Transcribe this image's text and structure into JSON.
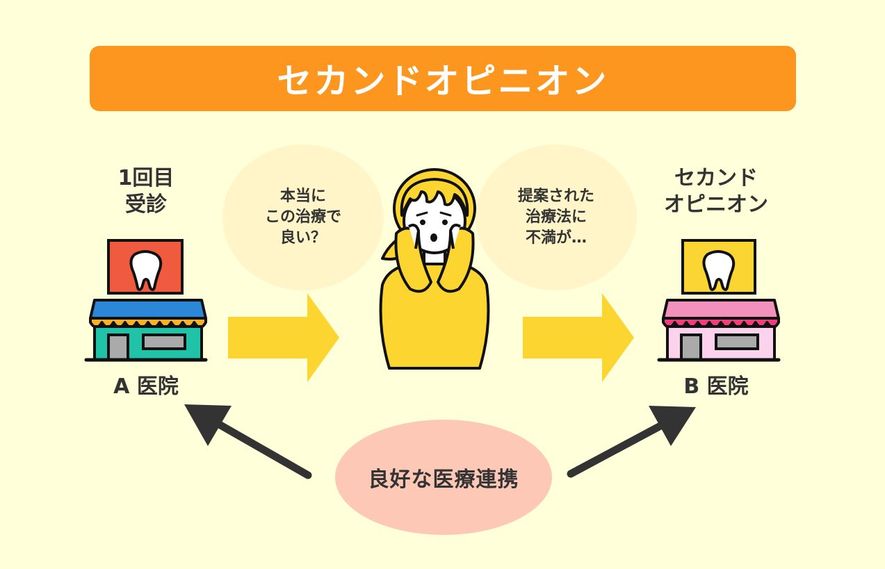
{
  "title": "セカンドオピニオン",
  "left_clinic": {
    "caption_line1": "1回目",
    "caption_line2": "受診",
    "name": "A 医院"
  },
  "right_clinic": {
    "caption_line1": "セカンド",
    "caption_line2": "オピニオン",
    "name": "B 医院"
  },
  "thought_left": "本当に\nこの治療で\n良い？",
  "thought_right": "提案された\n治療法に\n不満が…",
  "bottom_label": "良好な医療連携",
  "icons": [
    "tooth-icon",
    "clinic-building-icon",
    "worried-woman-icon",
    "arrow-right-icon",
    "arrow-diagonal-icon"
  ],
  "colors": {
    "background": "#ffffd9",
    "banner": "#fd961e",
    "arrow_yellow": "#fcd531",
    "bubble": "#fff5c8",
    "pink_bubble": "#fec8b7",
    "dark_arrow": "#333333"
  }
}
